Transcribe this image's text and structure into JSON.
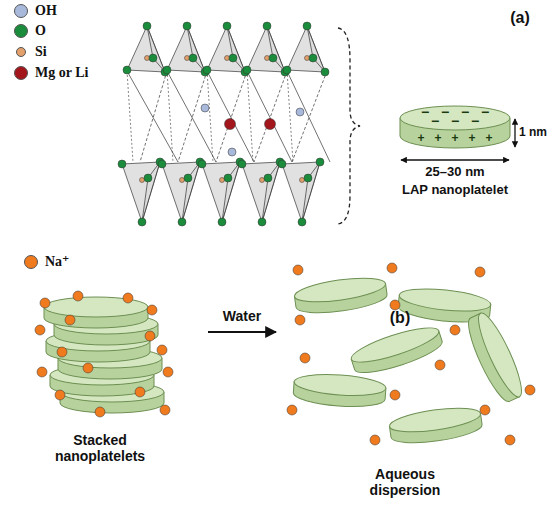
{
  "diagram": {
    "labels": [
      "(a)",
      "−",
      "−",
      "−",
      "−",
      "−",
      "−",
      "−",
      "+",
      "+",
      "+",
      "+",
      "+",
      "1 nm",
      "25–30 nm",
      "LAP nanoplatelet",
      "(b)",
      "Water",
      "Stacked nanoplatelets",
      "Aqueous dispersion"
    ],
    "legend": [
      {
        "text": "OH",
        "color": "#a9b9dc"
      },
      {
        "text": "O",
        "color": "#1b8c3b"
      },
      {
        "text": "Si",
        "color": "#e2a06c"
      },
      {
        "text": "Mg or Li",
        "color": "#a3161b"
      },
      {
        "text": "Na⁺",
        "color": "#f07a1e"
      }
    ]
  }
}
